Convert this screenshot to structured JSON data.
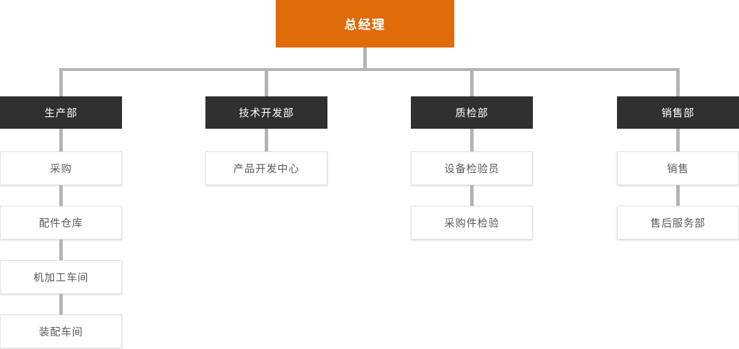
{
  "chart": {
    "type": "org-chart",
    "root": {
      "label": "总经理"
    },
    "departments": [
      {
        "label": "生产部",
        "children": [
          "采购",
          "配件仓库",
          "机加工车间",
          "装配车间"
        ]
      },
      {
        "label": "技术开发部",
        "children": [
          "产品开发中心"
        ]
      },
      {
        "label": "质检部",
        "children": [
          "设备检验员",
          "采购件检验"
        ]
      },
      {
        "label": "销售部",
        "children": [
          "销售",
          "售后服务部"
        ]
      }
    ],
    "colors": {
      "root_bg": "#df6b09",
      "root_text": "#ffffff",
      "dept_bg": "#303030",
      "dept_text": "#ffffff",
      "leaf_bg": "#ffffff",
      "leaf_border": "#e2e2e2",
      "leaf_text": "#595959",
      "connector": "#b3b3b3"
    }
  }
}
